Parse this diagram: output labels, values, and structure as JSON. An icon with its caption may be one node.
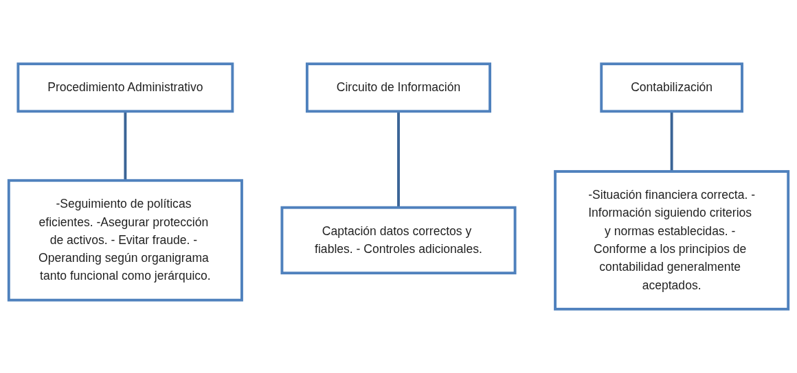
{
  "diagram": {
    "nodes": [
      {
        "text": [
          "Procedimiento Administrativo"
        ]
      },
      {
        "text": [
          "Circuito de Información"
        ]
      },
      {
        "text": [
          "Contabilización"
        ]
      },
      {
        "text": [
          "-Seguimiento de políticas eficientes. -Asegurar protección de activos. - Evitar fraude. - Operanding según organigrama tanto funcional como jerárquico."
        ]
      },
      {
        "text": [
          "Captación datos correctos y fiables. - Controles adicionales."
        ]
      },
      {
        "text": [
          "-Situación financiera correcta. -Información siguiendo criterios y normas establecidas. - Conforme a los principios de contabilidad generalmente aceptados."
        ]
      }
    ],
    "edges": [
      {
        "from": 0,
        "to": 3,
        "arrow": "none"
      },
      {
        "from": 1,
        "to": 4,
        "arrow": "none"
      },
      {
        "from": 2,
        "to": 5,
        "arrow": "none"
      }
    ]
  }
}
